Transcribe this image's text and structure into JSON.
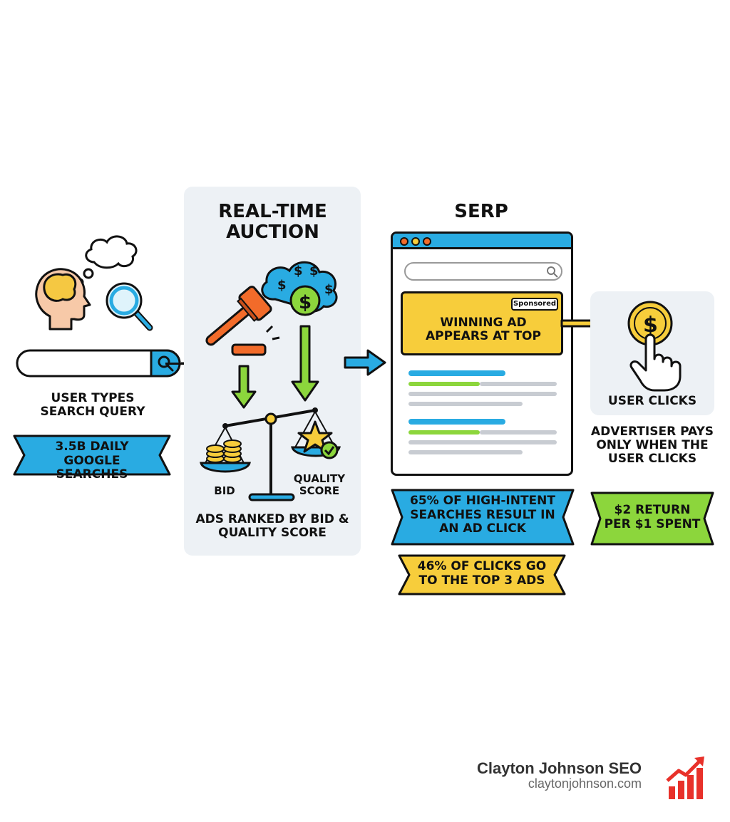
{
  "step1": {
    "caption": "USER TYPES SEARCH QUERY",
    "stat": "3.5B DAILY GOOGLE SEARCHES"
  },
  "step2": {
    "title": "REAL-TIME AUCTION",
    "bid_label": "BID",
    "quality_label": "QUALITY SCORE",
    "caption": "ADS RANKED BY BID & QUALITY SCORE"
  },
  "step3": {
    "title": "SERP",
    "sponsored": "Sponsored",
    "winning_ad": "WINNING AD APPEARS AT TOP",
    "stat1": "65% OF HIGH-INTENT SEARCHES RESULT IN AN AD CLICK",
    "stat2": "46% OF CLICKS GO TO THE TOP 3 ADS"
  },
  "step4": {
    "caption": "USER CLICKS",
    "note": "ADVERTISER PAYS ONLY WHEN THE USER CLICKS",
    "stat": "$2 RETURN PER $1 SPENT"
  },
  "brand": {
    "name": "Clayton Johnson SEO",
    "url": "claytonjohnson.com"
  },
  "colors": {
    "blue": "#29abe2",
    "yellow": "#f7cd3b",
    "green": "#8cd63c",
    "orange": "#f26b2a",
    "red": "#e8312a"
  }
}
